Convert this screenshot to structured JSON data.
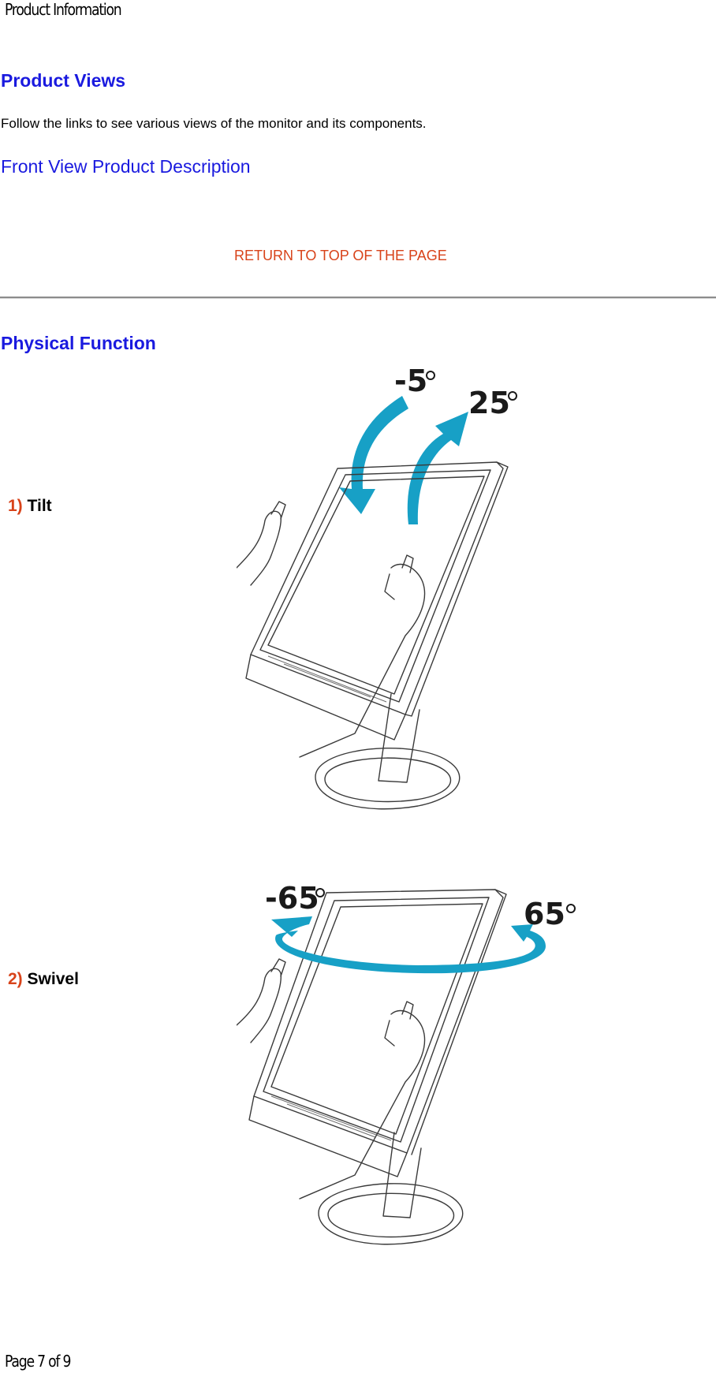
{
  "header": {
    "running_title": "Product Information"
  },
  "product_views": {
    "heading": "Product Views",
    "intro": "Follow the links to see various views of the monitor and its components.",
    "front_view_link": "Front View Product Description",
    "return_link": "RETURN TO TOP OF THE PAGE"
  },
  "physical_function": {
    "heading": "Physical Function",
    "items": [
      {
        "number": "1)",
        "label": "Tilt",
        "angles": [
          "-5",
          "25"
        ]
      },
      {
        "number": "2)",
        "label": "Swivel",
        "angles": [
          "-65",
          "65"
        ]
      }
    ]
  },
  "colors": {
    "heading_blue": "#1a1adf",
    "link_orange": "#d8431a",
    "arrow_teal": "#17a0c6"
  },
  "footer": {
    "page_indicator": "Page 7 of 9"
  }
}
